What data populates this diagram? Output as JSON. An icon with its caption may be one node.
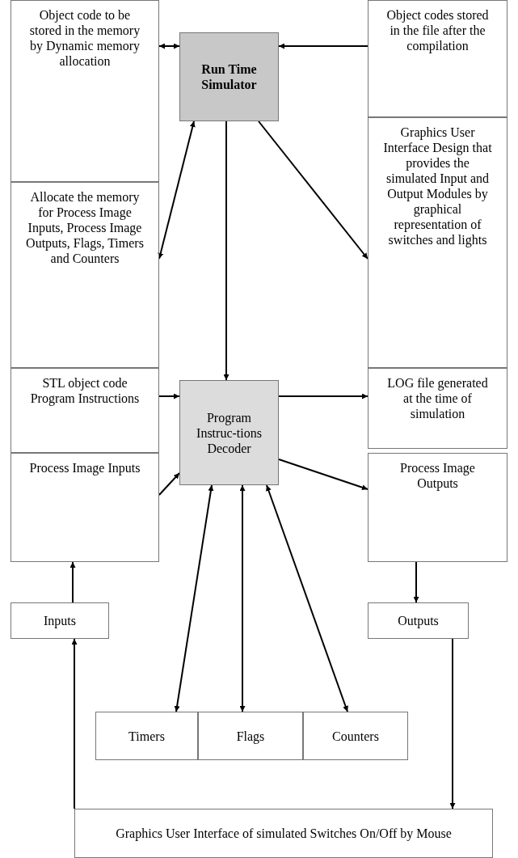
{
  "diagram": {
    "nodes": [
      {
        "text": [
          "Object code to be stored in the memory by Dynamic memory allocation"
        ]
      },
      {
        "text": [
          "Run Time Simulator"
        ]
      },
      {
        "text": [
          "Object codes stored in the file after the compilation"
        ]
      },
      {
        "text": [
          "Allocate the memory for Process Image Inputs, Process Image Outputs, Flags, Timers and Counters"
        ]
      },
      {
        "text": [
          "Graphics User Interface Design that provides the simulated Input and Output Modules by graphical representation of switches and lights"
        ]
      },
      {
        "text": [
          "STL object code Program Instructions"
        ]
      },
      {
        "text": [
          "Program Instruc-tions Decoder"
        ]
      },
      {
        "text": [
          "LOG file generated at the time of simulation"
        ]
      },
      {
        "text": [
          "Process Image Inputs"
        ]
      },
      {
        "text": [
          "Process Image Outputs"
        ]
      },
      {
        "text": [
          "Inputs"
        ]
      },
      {
        "text": [
          "Outputs"
        ]
      },
      {
        "text": [
          "Timers"
        ]
      },
      {
        "text": [
          "Flags"
        ]
      },
      {
        "text": [
          "Counters"
        ]
      },
      {
        "text": [
          "Graphics User Interface of simulated Switches On/Off by Mouse"
        ]
      }
    ],
    "edges": [
      {
        "from": 0,
        "to": 1,
        "arrow": "both"
      },
      {
        "from": 2,
        "to": 1,
        "arrow": "to"
      },
      {
        "from": 1,
        "to": 3,
        "arrow": "both"
      },
      {
        "from": 1,
        "to": 4,
        "arrow": "to"
      },
      {
        "from": 1,
        "to": 6,
        "arrow": "to"
      },
      {
        "from": 5,
        "to": 6,
        "arrow": "to"
      },
      {
        "from": 8,
        "to": 6,
        "arrow": "to"
      },
      {
        "from": 6,
        "to": 7,
        "arrow": "to"
      },
      {
        "from": 6,
        "to": 9,
        "arrow": "to"
      },
      {
        "from": 6,
        "to": 12,
        "arrow": "both"
      },
      {
        "from": 6,
        "to": 13,
        "arrow": "both"
      },
      {
        "from": 6,
        "to": 14,
        "arrow": "both"
      },
      {
        "from": 10,
        "to": 8,
        "arrow": "to"
      },
      {
        "from": 9,
        "to": 11,
        "arrow": "to"
      },
      {
        "from": 15,
        "to": 10,
        "arrow": "to"
      },
      {
        "from": 11,
        "to": 15,
        "arrow": "to"
      }
    ]
  }
}
